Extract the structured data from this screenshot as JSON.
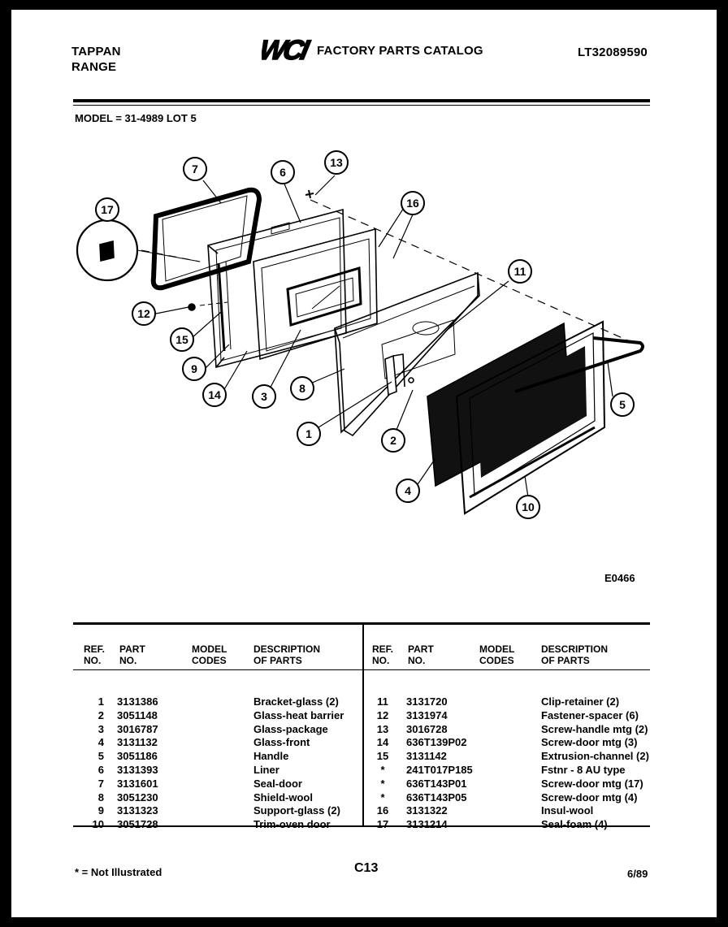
{
  "header": {
    "brand_line1": "TAPPAN",
    "brand_line2": "RANGE",
    "logo_text": "WCI",
    "catalog_title": "FACTORY PARTS CATALOG",
    "catalog_code": "LT32089590",
    "model_line": "MODEL = 31-4989 LOT 5"
  },
  "diagram": {
    "figure_code": "E0466",
    "callouts": [
      "1",
      "2",
      "3",
      "4",
      "5",
      "6",
      "7",
      "8",
      "9",
      "10",
      "11",
      "12",
      "13",
      "14",
      "15",
      "16",
      "17"
    ]
  },
  "table": {
    "headers": {
      "ref": "REF.\nNO.",
      "part": "PART\nNO.",
      "model": "MODEL\nCODES",
      "desc": "DESCRIPTION\nOF PARTS"
    },
    "left_rows": [
      {
        "ref": "1",
        "part": "3131386",
        "model": "",
        "desc": "Bracket-glass (2)"
      },
      {
        "ref": "2",
        "part": "3051148",
        "model": "",
        "desc": "Glass-heat barrier"
      },
      {
        "ref": "3",
        "part": "3016787",
        "model": "",
        "desc": "Glass-package"
      },
      {
        "ref": "4",
        "part": "3131132",
        "model": "",
        "desc": "Glass-front"
      },
      {
        "ref": "5",
        "part": "3051186",
        "model": "",
        "desc": "Handle"
      },
      {
        "ref": "6",
        "part": "3131393",
        "model": "",
        "desc": "Liner"
      },
      {
        "ref": "7",
        "part": "3131601",
        "model": "",
        "desc": "Seal-door"
      },
      {
        "ref": "8",
        "part": "3051230",
        "model": "",
        "desc": "Shield-wool"
      },
      {
        "ref": "9",
        "part": "3131323",
        "model": "",
        "desc": "Support-glass (2)"
      },
      {
        "ref": "10",
        "part": "3051728",
        "model": "",
        "desc": "Trim-oven door"
      }
    ],
    "right_rows": [
      {
        "ref": "11",
        "part": "3131720",
        "model": "",
        "desc": "Clip-retainer (2)"
      },
      {
        "ref": "12",
        "part": "3131974",
        "model": "",
        "desc": "Fastener-spacer (6)"
      },
      {
        "ref": "13",
        "part": "3016728",
        "model": "",
        "desc": "Screw-handle mtg (2)"
      },
      {
        "ref": "14",
        "part": "636T139P02",
        "model": "",
        "desc": "Screw-door mtg (3)"
      },
      {
        "ref": "15",
        "part": "3131142",
        "model": "",
        "desc": "Extrusion-channel (2)"
      },
      {
        "ref": "*",
        "part": "241T017P185",
        "model": "",
        "desc": "Fstnr - 8 AU type"
      },
      {
        "ref": "*",
        "part": "636T143P01",
        "model": "",
        "desc": "Screw-door mtg (17)"
      },
      {
        "ref": "*",
        "part": "636T143P05",
        "model": "",
        "desc": "Screw-door mtg (4)"
      },
      {
        "ref": "16",
        "part": "3131322",
        "model": "",
        "desc": "Insul-wool"
      },
      {
        "ref": "17",
        "part": "3131214",
        "model": "",
        "desc": "Seal-foam (4)"
      }
    ]
  },
  "footer": {
    "note": "* = Not Illustrated",
    "page": "C13",
    "date": "6/89"
  }
}
